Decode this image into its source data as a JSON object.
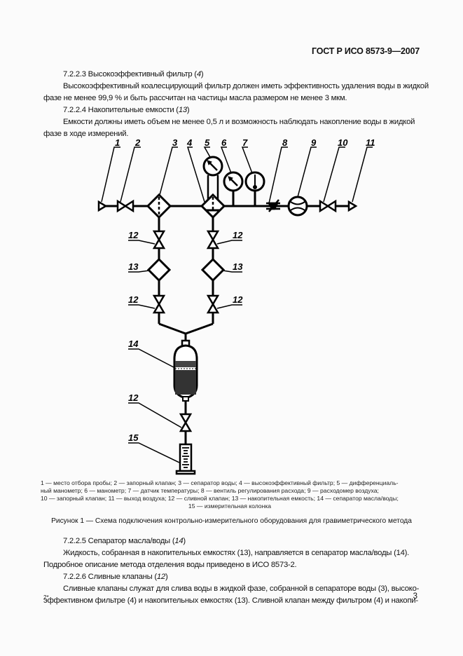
{
  "header": {
    "doc_id": "ГОСТ Р ИСО 8573-9—2007"
  },
  "sections_top": [
    {
      "heading": "7.2.2.3 Высокоэффективный фильтр (",
      "heading_ref": "4",
      "heading_end": ")",
      "lines": [
        "Высокоэффективный коалесцирующий фильтр должен иметь эффективность удаления воды в жидкой",
        "фазе не менее 99,9 % и быть рассчитан на частицы масла размером не менее 3 мкм."
      ]
    },
    {
      "heading": "7.2.2.4 Накопительные емкости (",
      "heading_ref": "13",
      "heading_end": ")",
      "lines": [
        "Емкости должны иметь объем не менее 0,5 л и возможность наблюдать накопление воды в жидкой",
        "фазе в ходе измерений."
      ]
    }
  ],
  "diagram": {
    "labels": [
      "1",
      "2",
      "3",
      "4",
      "5",
      "6",
      "7",
      "8",
      "9",
      "10",
      "11",
      "12",
      "13",
      "14",
      "15"
    ],
    "legend_lines": [
      "1 — место отбора пробы; 2 — запорный клапан; 3 — сепаратор воды; 4 — высокоэффективный фильтр; 5 — дифференциаль-",
      "ный манометр;  6 — манометр; 7 — датчик температуры;  8 — вентиль  регулирования  расхода;  9 — расходомер воздуха;",
      "10 — запорный клапан; 11 — выход воздуха; 12 — сливной клапан; 13 — накопительная емкость; 14 — сепаратор масла/воды;",
      "15 — измерительная колонка"
    ],
    "legend": [
      {
        "n": "1",
        "text": "место отбора пробы"
      },
      {
        "n": "2",
        "text": "запорный клапан"
      },
      {
        "n": "3",
        "text": "сепаратор воды"
      },
      {
        "n": "4",
        "text": "высокоэффективный фильтр"
      },
      {
        "n": "5",
        "text": "дифференциальный манометр"
      },
      {
        "n": "6",
        "text": "манометр"
      },
      {
        "n": "7",
        "text": "датчик температуры"
      },
      {
        "n": "8",
        "text": "вентиль регулирования расхода"
      },
      {
        "n": "9",
        "text": "расходомер воздуха"
      },
      {
        "n": "10",
        "text": "запорный клапан"
      },
      {
        "n": "11",
        "text": "выход воздуха"
      },
      {
        "n": "12",
        "text": "сливной клапан"
      },
      {
        "n": "13",
        "text": "накопительная емкость"
      },
      {
        "n": "14",
        "text": "сепаратор масла/воды"
      },
      {
        "n": "15",
        "text": "измерительная колонка"
      }
    ],
    "caption": "Рисунок 1 — Схема подключения контрольно-измерительного оборудования для гравиметрического метода"
  },
  "sections_bottom": [
    {
      "heading": "7.2.2.5 Сепаратор масла/воды (",
      "heading_ref": "14",
      "heading_end": ")",
      "lines": [
        "Жидкость, собранная в накопительных емкостях (13), направляется в сепаратор масла/воды (14).",
        "Подробное описание метода отделения воды приведено в ИСО 8573-2."
      ]
    },
    {
      "heading": "7.2.2.6 Сливные клапаны (",
      "heading_ref": "12",
      "heading_end": ")",
      "lines": [
        "Сливные клапаны служат для слива воды в жидкой фазе, собранной в сепараторе воды (3), высоко-",
        "эффективном фильтре (4) и накопительных емкостях (13). Сливной клапан между фильтром (4) и накопи-"
      ]
    }
  ],
  "footer": {
    "left_mark": "2*",
    "page_number": "3"
  }
}
